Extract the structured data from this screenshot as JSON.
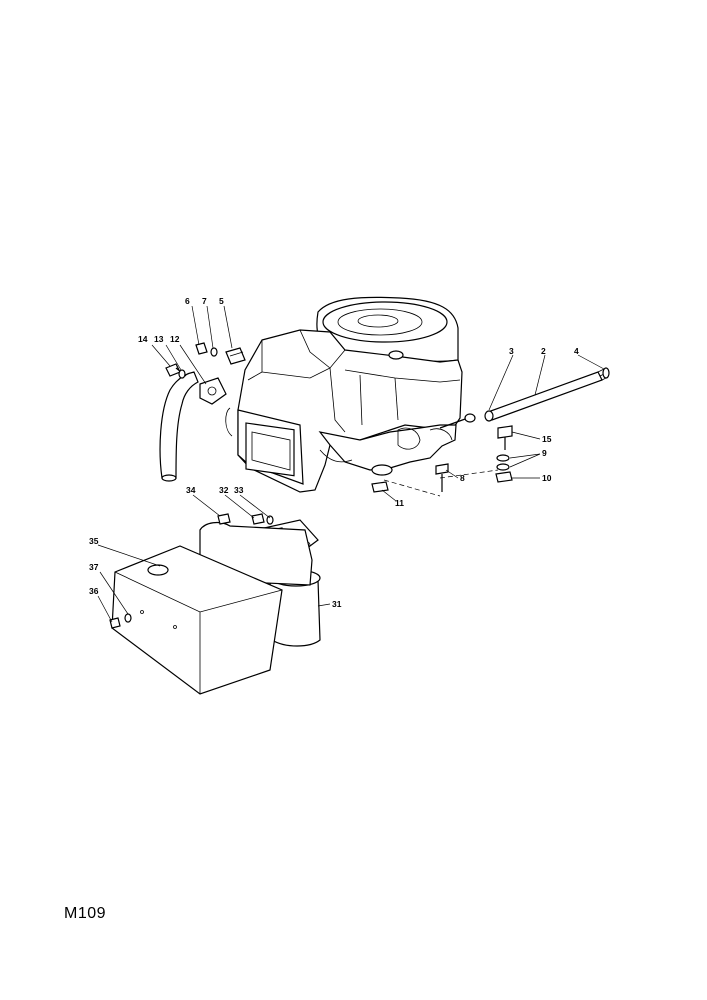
{
  "figure_code": "M109",
  "callouts": {
    "c2": "2",
    "c3": "3",
    "c4": "4",
    "c5": "5",
    "c6": "6",
    "c7": "7",
    "c8": "8",
    "c9": "9",
    "c10": "10",
    "c11": "11",
    "c12": "12",
    "c13": "13",
    "c14": "14",
    "c15": "15",
    "c31": "31",
    "c32": "32",
    "c33": "33",
    "c34": "34",
    "c35": "35",
    "c36": "36",
    "c37": "37"
  }
}
